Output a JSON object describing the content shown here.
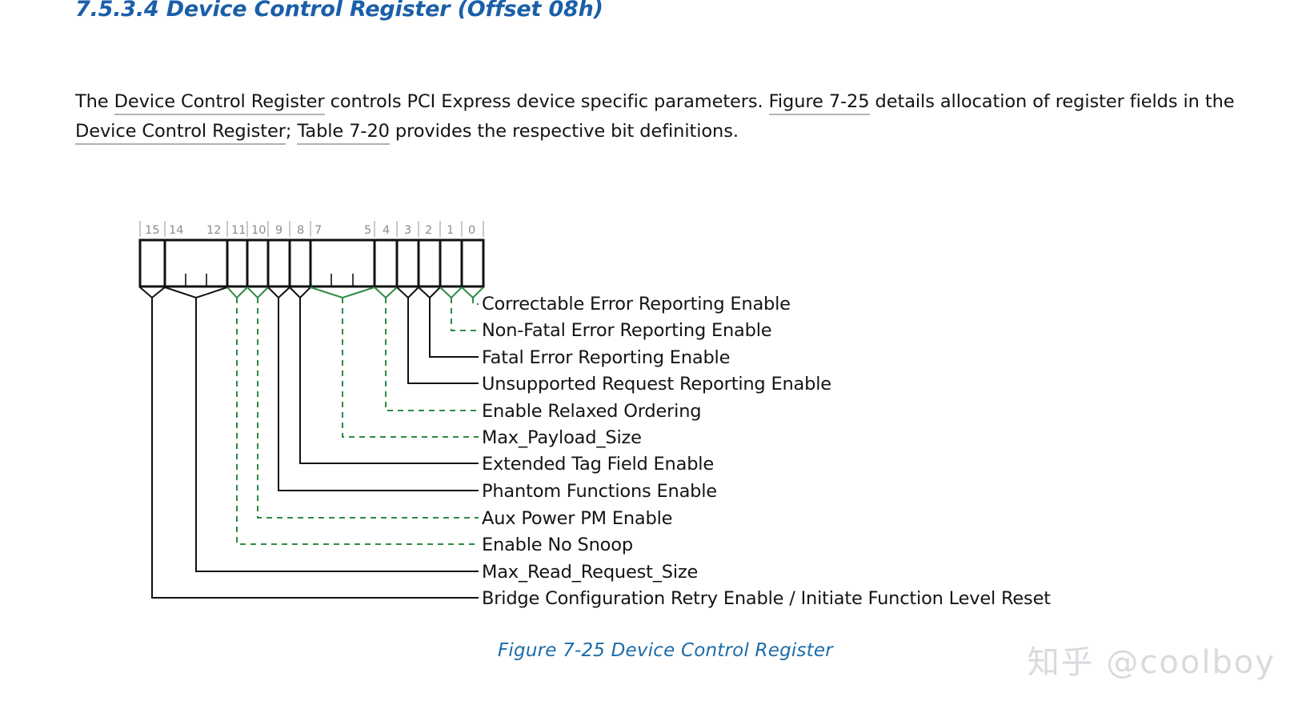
{
  "document": {
    "heading": "7.5.3.4 Device Control Register (Offset 08h)",
    "paragraph": {
      "seg1": "The ",
      "xref1": "Device Control Register",
      "seg2": " controls PCI Express device specific parameters. ",
      "xref2": "Figure  7-25",
      "seg3": " details allocation of register fields in the ",
      "xref3": "Device Control Register",
      "seg4": "; ",
      "xref4": "Table  7-20",
      "seg5": " provides the respective bit definitions."
    },
    "caption": "Figure  7-25  Device Control Register",
    "watermark": "知乎 @coolboy"
  },
  "colors": {
    "heading_blue": "#1a5fa8",
    "caption_blue": "#1d6ca8",
    "bit_number_gray": "#8c8c8c",
    "leader_black": "#111111",
    "leader_green": "#2f8a42",
    "xref_underline": "#b3b3b3",
    "watermark_gray": "#d8dade"
  },
  "chart_data": {
    "type": "table",
    "title": "Device Control Register",
    "register_width_bits": 16,
    "bit_numbers": [
      "15",
      "14",
      "12",
      "11",
      "10",
      "9",
      "8",
      "7",
      "5",
      "4",
      "3",
      "2",
      "1",
      "0"
    ],
    "fields": [
      {
        "label": "Correctable Error Reporting Enable",
        "bits": "0",
        "bit_high": 0,
        "bit_low": 0,
        "leader_style": "green-dashed"
      },
      {
        "label": "Non-Fatal Error Reporting Enable",
        "bits": "1",
        "bit_high": 1,
        "bit_low": 1,
        "leader_style": "green-dashed"
      },
      {
        "label": "Fatal Error Reporting Enable",
        "bits": "2",
        "bit_high": 2,
        "bit_low": 2,
        "leader_style": "black-solid"
      },
      {
        "label": "Unsupported Request Reporting Enable",
        "bits": "3",
        "bit_high": 3,
        "bit_low": 3,
        "leader_style": "black-solid"
      },
      {
        "label": "Enable Relaxed Ordering",
        "bits": "4",
        "bit_high": 4,
        "bit_low": 4,
        "leader_style": "green-dashed"
      },
      {
        "label": "Max_Payload_Size",
        "bits": "7:5",
        "bit_high": 7,
        "bit_low": 5,
        "leader_style": "green-dashed"
      },
      {
        "label": "Extended Tag Field Enable",
        "bits": "8",
        "bit_high": 8,
        "bit_low": 8,
        "leader_style": "black-solid"
      },
      {
        "label": "Phantom Functions Enable",
        "bits": "9",
        "bit_high": 9,
        "bit_low": 9,
        "leader_style": "black-solid"
      },
      {
        "label": "Aux Power PM Enable",
        "bits": "10",
        "bit_high": 10,
        "bit_low": 10,
        "leader_style": "green-dashed"
      },
      {
        "label": "Enable No Snoop",
        "bits": "11",
        "bit_high": 11,
        "bit_low": 11,
        "leader_style": "green-dashed"
      },
      {
        "label": "Max_Read_Request_Size",
        "bits": "14:12",
        "bit_high": 14,
        "bit_low": 12,
        "leader_style": "black-solid"
      },
      {
        "label": "Bridge Configuration Retry Enable / Initiate Function Level Reset",
        "bits": "15",
        "bit_high": 15,
        "bit_low": 15,
        "leader_style": "black-solid"
      }
    ]
  }
}
